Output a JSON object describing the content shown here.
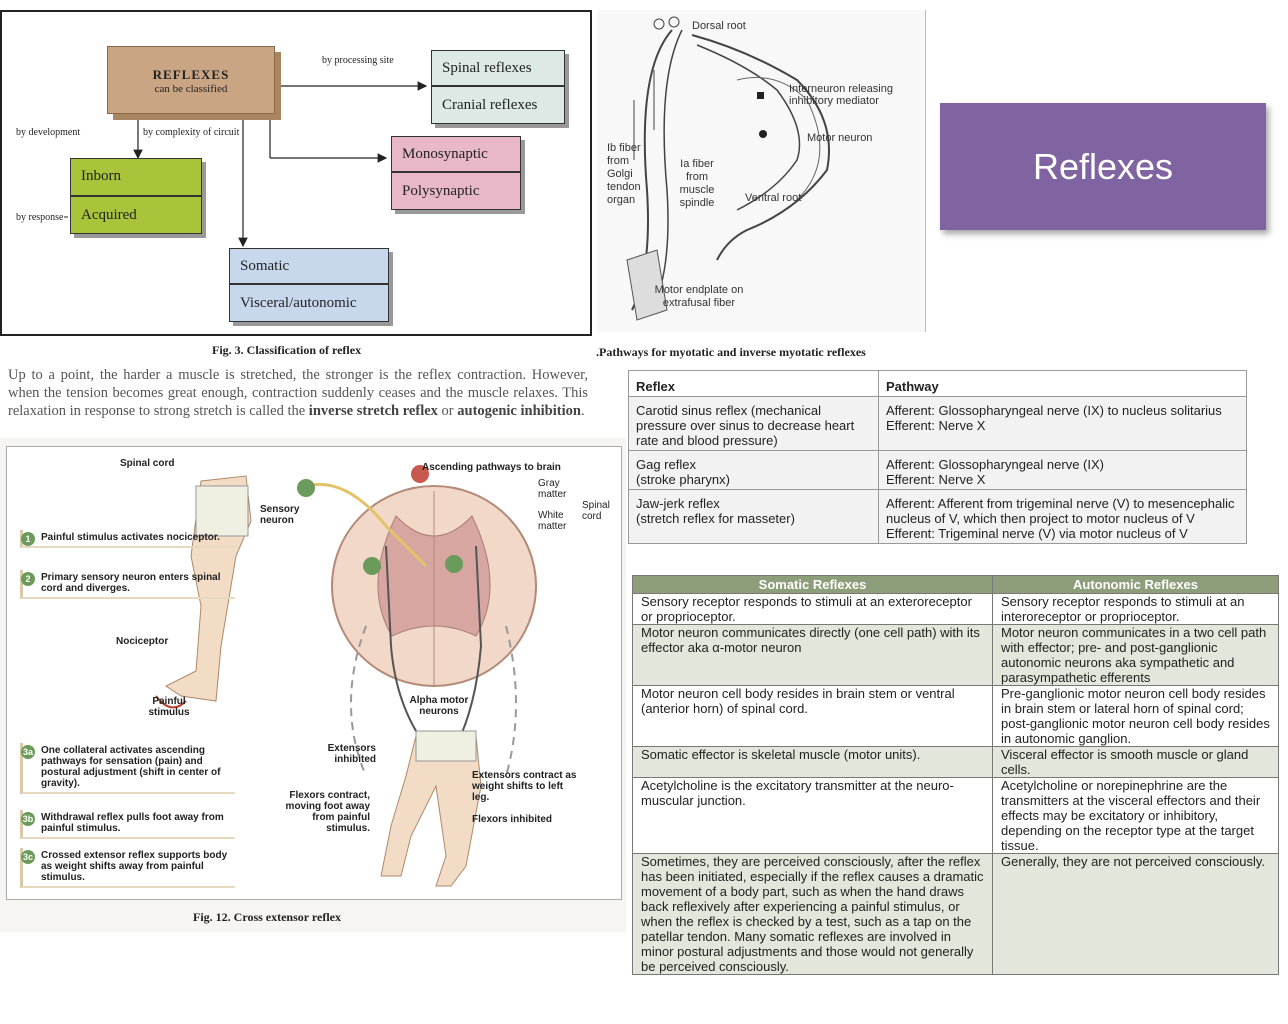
{
  "fig3": {
    "main_title": "REFLEXES",
    "main_sub": "can be classified",
    "by_processing_site": "by processing site",
    "by_development": "by development",
    "by_complexity": "by complexity of circuit",
    "by_response": "by response",
    "spinal": "Spinal reflexes",
    "cranial": "Cranial reflexes",
    "mono": "Monosynaptic",
    "poly": "Polysynaptic",
    "inborn": "Inborn",
    "acquired": "Acquired",
    "somatic": "Somatic",
    "visceral": "Visceral/autonomic",
    "caption": "Fig. 3.  Classification of reflex",
    "colors": {
      "main": "#c9a583",
      "site": "#dde9e4",
      "circuit": "#e8b7c8",
      "dev": "#a8c43a",
      "resp": "#c7d8ec"
    }
  },
  "paragraph": {
    "text1": "Up to a point, the harder a muscle is stretched, the stronger is the reflex contraction. However, when the tension becomes great enough, contraction suddenly ceases and the muscle relaxes. This relaxation in response to strong stretch is called the ",
    "bold1": "inverse stretch reflex",
    "text2": " or ",
    "bold2": "autogenic inhibition",
    "text3": "."
  },
  "fig12": {
    "spinal_cord": "Spinal cord",
    "sensory_neuron": "Sensory neuron",
    "ascending": "Ascending pathways to brain",
    "gray_matter": "Gray matter",
    "white_matter": "White matter",
    "spinal_cord_label": "Spinal cord",
    "nociceptor": "Nociceptor",
    "painful_stimulus": "Painful stimulus",
    "alpha_motor": "Alpha motor neurons",
    "extensors_inhibited": "Extensors inhibited",
    "flexors_contract": "Flexors contract, moving foot away from painful stimulus.",
    "extensors_contract": "Extensors contract as weight shifts to left leg.",
    "flexors_inhibited": "Flexors inhibited",
    "steps": [
      {
        "num": "1",
        "text": "Painful stimulus activates nociceptor."
      },
      {
        "num": "2",
        "text": "Primary sensory neuron enters spinal cord and diverges."
      },
      {
        "num": "3a",
        "text": "One collateral activates ascending pathways for sensation (pain) and postural adjustment (shift in center of gravity)."
      },
      {
        "num": "3b",
        "text": "Withdrawal reflex pulls foot away from painful stimulus."
      },
      {
        "num": "3c",
        "text": "Crossed extensor reflex supports body as weight shifts away from painful stimulus."
      }
    ],
    "caption": "Fig. 12.  Cross extensor reflex"
  },
  "pathways": {
    "dorsal_root": "Dorsal root",
    "interneuron": "Interneuron releasing inhibitory mediator",
    "motor_neuron": "Motor neuron",
    "ib_fiber": "Ib fiber from Golgi tendon organ",
    "ia_fiber": "Ia fiber from muscle spindle",
    "ventral_root": "Ventral root",
    "motor_endplate": "Motor endplate on extrafusal fiber",
    "caption": ".Pathways for myotatic and inverse myotatic reflexes"
  },
  "title_card": {
    "text": "Reflexes",
    "color": "#8064a2"
  },
  "reflex_table": {
    "headers": [
      "Reflex",
      "Pathway"
    ],
    "rows": [
      {
        "reflex": "Carotid sinus reflex (mechanical pressure over sinus to decrease heart rate and blood pressure)",
        "pathway": "Afferent: Glossopharyngeal nerve (IX) to nucleus solitarius\nEfferent: Nerve X"
      },
      {
        "reflex": "Gag reflex\n(stroke pharynx)",
        "pathway": "Afferent: Glossopharyngeal nerve (IX)\nEfferent: Nerve X"
      },
      {
        "reflex": "Jaw-jerk reflex\n(stretch reflex for masseter)",
        "pathway": "Afferent: Afferent from trigeminal nerve (V) to mesencephalic nucleus of V, which then project to motor nucleus of V\nEfferent: Trigeminal nerve (V) via motor nucleus of V"
      }
    ]
  },
  "somatic_table": {
    "headers": [
      "Somatic Reflexes",
      "Autonomic Reflexes"
    ],
    "header_color": "#8e9d7a",
    "rows": [
      {
        "somatic": "Sensory receptor responds to stimuli at an exteroreceptor or proprioceptor.",
        "autonomic": "Sensory receptor responds to stimuli at an interoreceptor or proprioceptor."
      },
      {
        "somatic": "Motor neuron communicates directly (one cell path) with its effector aka α-motor neuron",
        "autonomic": "Motor neuron communicates in a two cell path with effector; pre- and post-ganglionic autonomic neurons aka sympathetic and parasympathetic efferents"
      },
      {
        "somatic": "Motor neuron cell body resides in brain stem or ventral (anterior horn) of spinal cord.",
        "autonomic": "Pre-ganglionic motor neuron cell body resides in brain stem or lateral horn of spinal cord; post-ganglionic motor neuron cell body resides in autonomic ganglion."
      },
      {
        "somatic": "Somatic effector is skeletal muscle (motor units).",
        "autonomic": "Visceral effector is smooth muscle or gland cells."
      },
      {
        "somatic": "Acetylcholine is the excitatory transmitter at the neuro-muscular junction.",
        "autonomic": "Acetylcholine or norepinephrine are the transmitters at the visceral effectors and their effects may be excitatory or inhibitory, depending on the receptor type at the target tissue."
      },
      {
        "somatic": "Sometimes, they are perceived consciously, after the reflex has been initiated, especially if the reflex causes a dramatic movement of a body part, such as when the hand draws back reflexively after experiencing a painful stimulus, or when the reflex is checked by a test, such as a tap on the patellar tendon.  Many somatic reflexes are involved in minor postural adjustments and those would not generally be perceived consciously.",
        "autonomic": "Generally, they are not perceived consciously."
      }
    ]
  }
}
